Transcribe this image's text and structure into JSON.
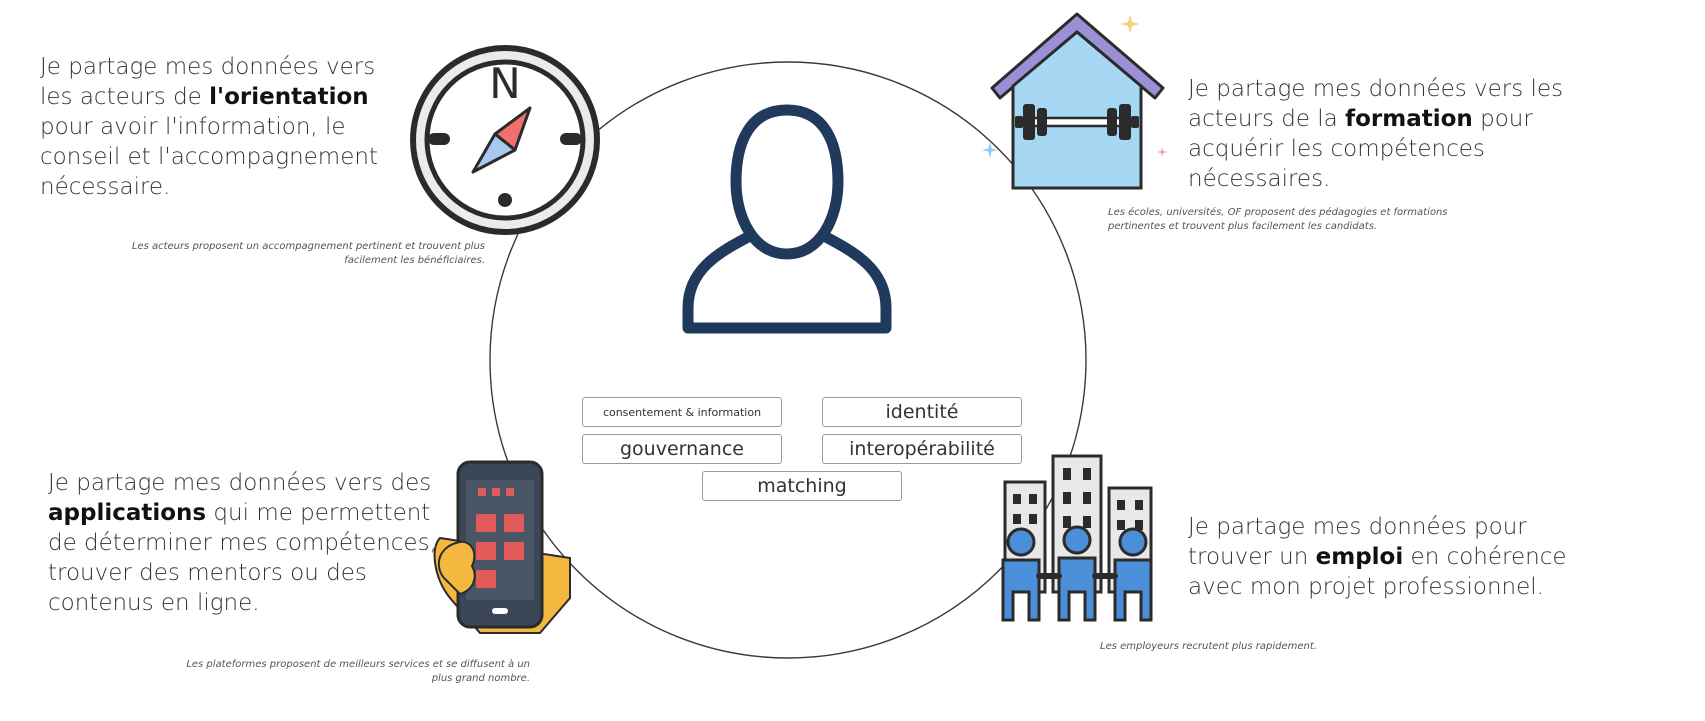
{
  "top_left": {
    "pre": "Je partage mes données vers les acteurs de ",
    "bold": "l'orientation",
    "post": " pour avoir l'information, le conseil et l'accompagnement nécessaire.",
    "caption": "Les acteurs proposent un accompagnement pertinent et trouvent plus facilement les bénéficiaires."
  },
  "top_right": {
    "pre": "Je partage mes données vers les acteurs de la ",
    "bold": "formation",
    "post": " pour acquérir les compétences nécessaires.",
    "caption": "Les écoles, universités, OF proposent des pédagogies et formations pertinentes et trouvent plus facilement les candidats."
  },
  "bottom_left": {
    "pre": "Je partage mes données vers des ",
    "bold": "applications",
    "post": " qui me permettent de déterminer mes compétences, trouver des mentors ou des contenus en ligne.",
    "caption": "Les plateformes proposent de meilleurs services et se diffusent à un plus grand nombre."
  },
  "bottom_right": {
    "pre": "Je partage mes données pour trouver un ",
    "bold": "emploi",
    "post": " en cohérence avec mon projet professionnel.",
    "caption": "Les employeurs recrutent plus rapidement."
  },
  "tags": {
    "consent": "consentement & information",
    "identity": "identité",
    "governance": "gouvernance",
    "interop": "interopérabilité",
    "matching": "matching"
  },
  "compass": {
    "letter": "N"
  },
  "colors": {
    "user_outline": "#1f3a5c",
    "house_roof": "#9b8fd6",
    "house_body": "#a6d8f3",
    "phone_body": "#3b4656",
    "phone_tile": "#e35a5a",
    "hand": "#f4b73f",
    "people": "#4a8fd8",
    "compass_red": "#f07070",
    "compass_blue": "#a9c8ef"
  }
}
